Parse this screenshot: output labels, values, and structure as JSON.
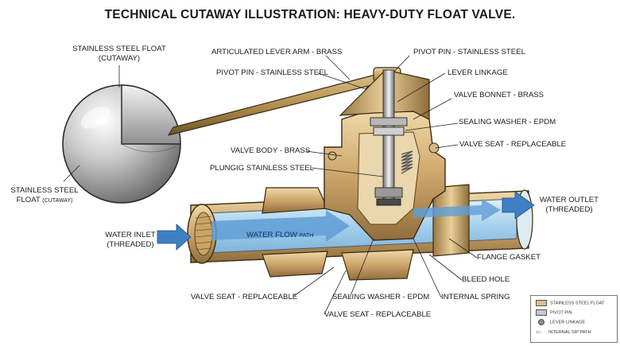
{
  "title": "TECHNICAL CUTAWAY ILLUSTRATION: HEAVY-DUTY FLOAT VALVE.",
  "labels": {
    "float_top_1": "STAINLESS STEEL FLOAT",
    "float_top_2": "(CUTAWAY)",
    "float_left_1": "STAINLESS STEEL",
    "float_left_2a": "FLOAT",
    "float_left_2b": "(CUTAWAY)",
    "lever_arm": "ARTICULATED LEVER ARM - BRASS",
    "pivot_pin_top": "PIVOT PIN - STAINLESS STEEL",
    "pivot_pin_left": "PIVOT PIN - STAINLESS STEEL",
    "lever_linkage": "LEVER LINKAGE",
    "valve_bonnet": "VALVE BONNET - BRASS",
    "sealing_washer_top": "SEALING WASHER - EPDM",
    "valve_seat_right": "VALVE SEAT - REPLACEABLE",
    "valve_body": "VALVE BODY - BRASS",
    "plunger": "PLUNGIG STAINLESS STEEL",
    "water_outlet_1": "WATER OUTLET",
    "water_outlet_2": "(THREADED)",
    "water_inlet_1": "WATER INLET",
    "water_inlet_2": "(THREADED)",
    "water_flow_1": "WATER FLOW",
    "water_flow_2": "PATH",
    "flange_gasket": "FLANGE GASKET",
    "bleed_hole": "BLEED HOLE",
    "internal_spring": "INTERNAL SPRING",
    "valve_seat_bottom_left": "VALVE SEAT - REPLACEABLE",
    "sealing_washer_bottom": "SEALING WASHER - EPDM",
    "valve_seat_bottom": "VALVE SEAT - REPLACEABLE"
  },
  "legend": {
    "items": [
      {
        "label": "STAINLESS STEEL FLOAT",
        "color": "#d9bf8a"
      },
      {
        "label": "PIVOT PIN",
        "color": "#c8c8c8"
      },
      {
        "label": "LEVER LINKAGE",
        "color": "#8a8a8a"
      },
      {
        "label": "INTERNAL SIP PATH",
        "color": "#3f7fc4"
      }
    ]
  },
  "colors": {
    "brass_light": "#e2c996",
    "brass_mid": "#c9a467",
    "brass_dark": "#8a6b3a",
    "steel_light": "#e8e8e8",
    "steel_dark": "#6c6c6c",
    "water": "#a9d3ee",
    "flow_arrow": "#3f7fc4"
  }
}
